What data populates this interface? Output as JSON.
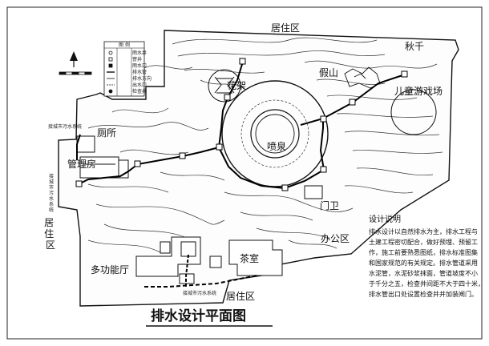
{
  "title": "排水设计平面图",
  "areas": {
    "residential_top": "居住区",
    "residential_left": "居住区",
    "residential_bottom": "居住区",
    "office": "办公区",
    "swing": "秋千",
    "rockery": "假山",
    "flower_stand": "花架",
    "fountain": "喷泉",
    "playground": "儿童游戏场",
    "toilet": "厕所",
    "management": "管理房",
    "gate": "门卫",
    "teahouse": "茶室",
    "multi_hall": "多功能厅"
  },
  "sewer": {
    "top_left": "接城市污水系统",
    "bottom": "接城市污水系统",
    "left_vertical": "接城市污水系统"
  },
  "legend": {
    "header": "图 例",
    "rows": [
      "雨水井",
      "窨井",
      "雨水口",
      "排水管",
      "排水方向",
      "出水口",
      "检查井"
    ]
  },
  "notes": {
    "title": "设计说明",
    "lines": [
      "排水设计以自然排水为主，排水工程与",
      "土建工程密切配合，做好预埋、预留工",
      "作，施工前要熟悉图纸，排水标准图集",
      "和国家规范的有关规定。排水管道采用",
      "水泥管，水泥砂浆抹面，管道坡度不小",
      "于千分之五，检查井间距不大于四十米，",
      "排水管出口处设置检查井并加装闸门。"
    ]
  },
  "colors": {
    "line": "#111111",
    "paper": "#ffffff",
    "pipe": "#000000"
  }
}
